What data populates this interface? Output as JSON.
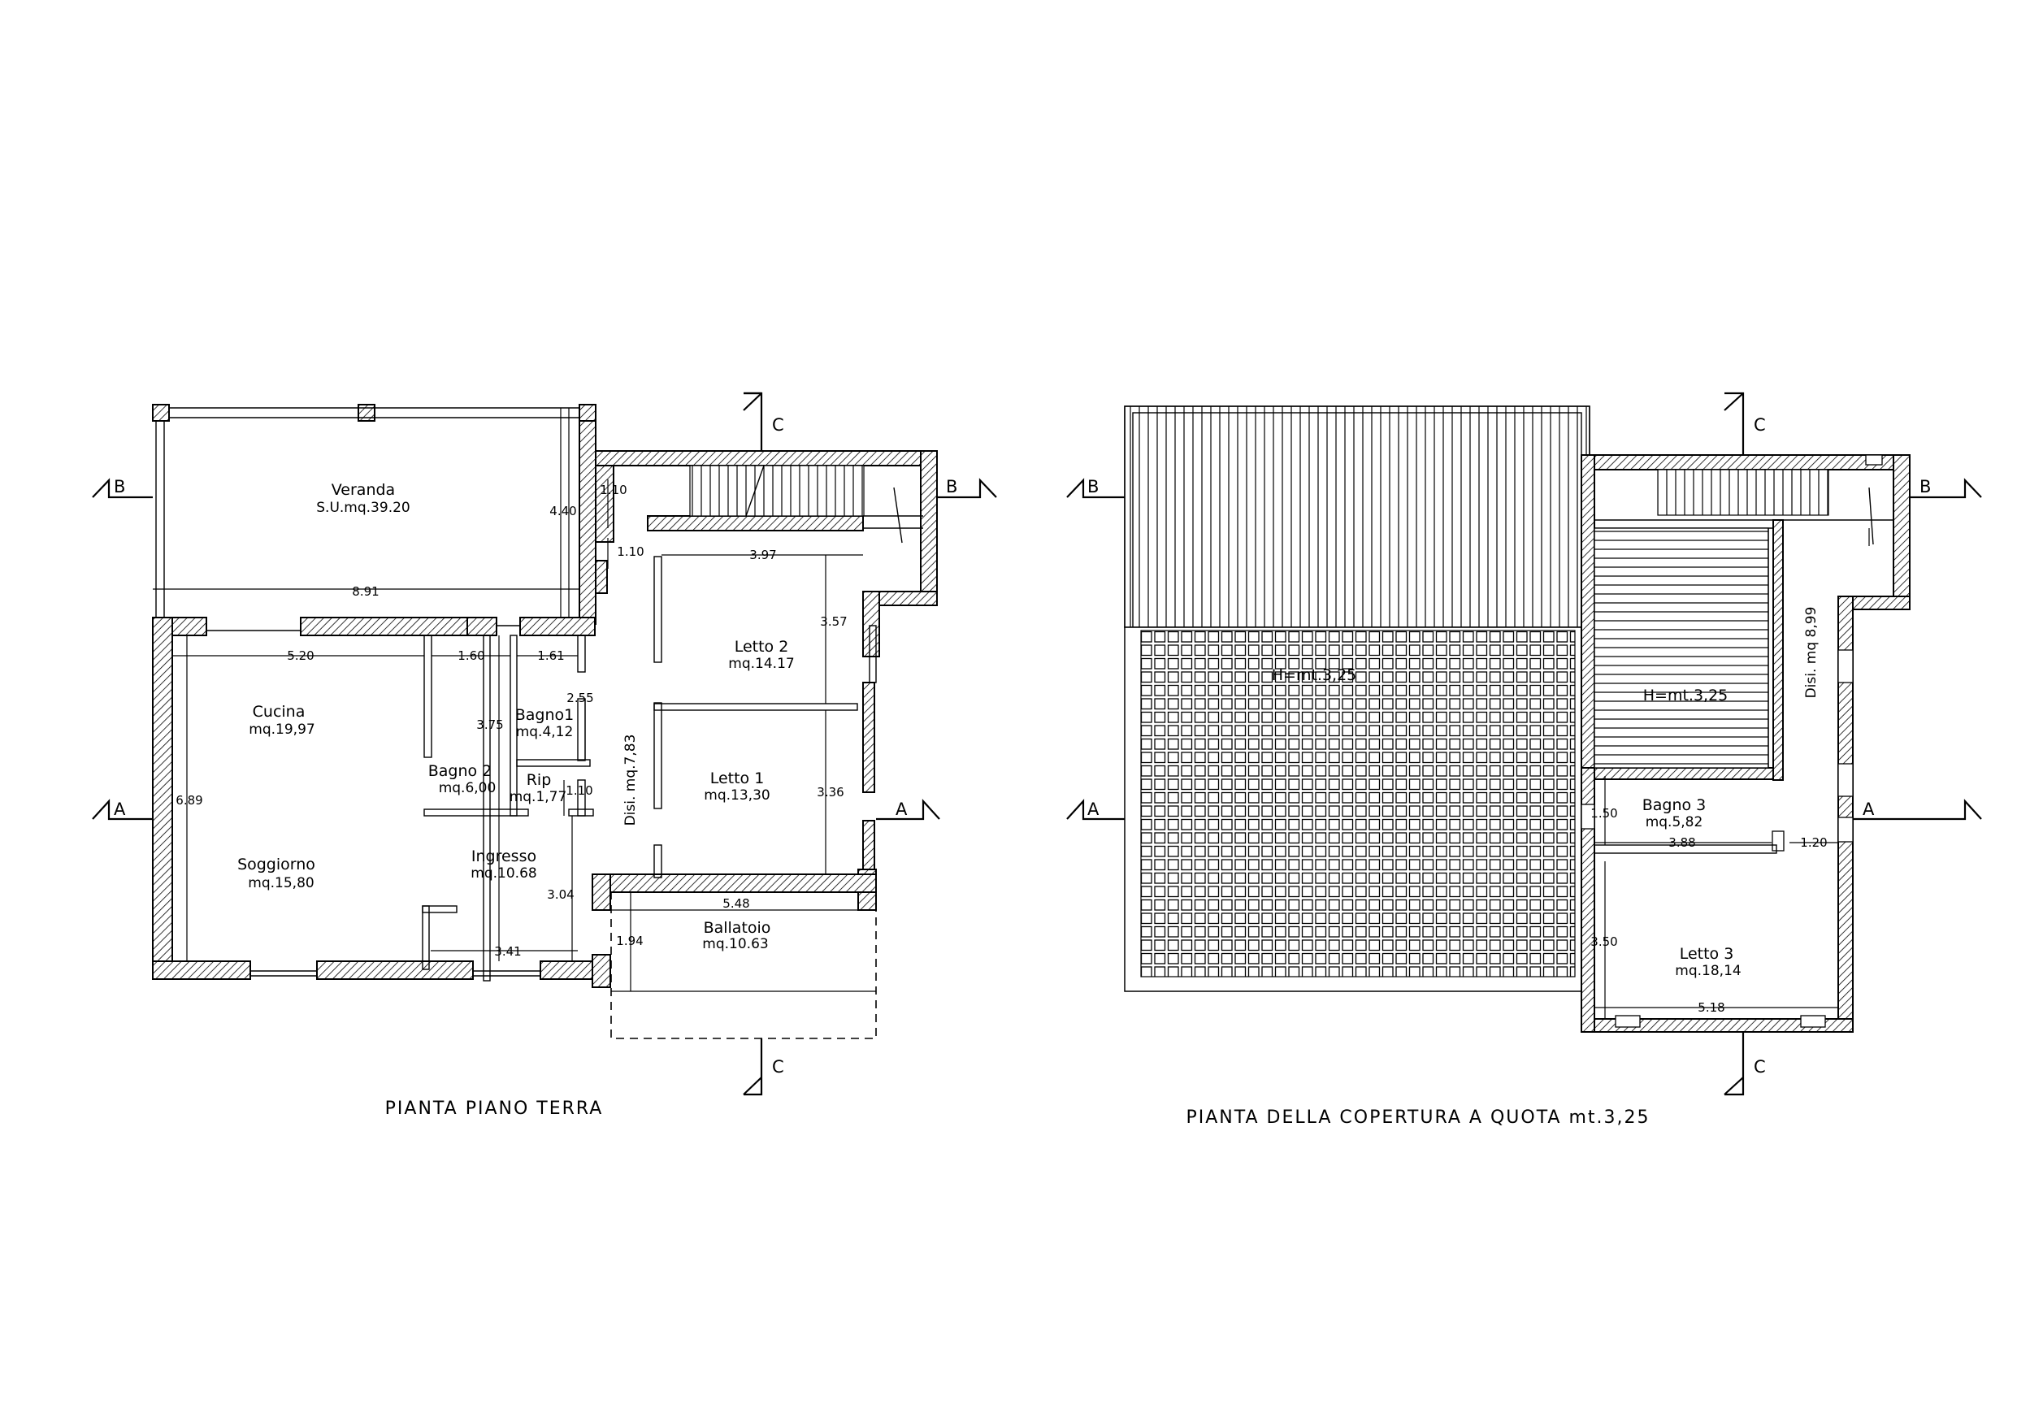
{
  "left_plan": {
    "title": "PIANTA PIANO TERRA",
    "rooms": {
      "veranda": {
        "name": "Veranda",
        "area": "S.U.mq.39.20"
      },
      "letto2": {
        "name": "Letto 2",
        "area": "mq.14.17"
      },
      "cucina": {
        "name": "Cucina",
        "area": "mq.19,97"
      },
      "bagno1": {
        "name": "Bagno1",
        "area": "mq.4,12"
      },
      "bagno2": {
        "name": "Bagno 2",
        "area": "mq.6,00"
      },
      "rip": {
        "name": "Rip",
        "area": "mq.1,77"
      },
      "letto1": {
        "name": "Letto 1",
        "area": "mq.13,30"
      },
      "soggiorno": {
        "name": "Soggiorno",
        "area": "mq.15,80"
      },
      "ingresso": {
        "name": "Ingresso",
        "area": "mq.10.68"
      },
      "ballatoio": {
        "name": "Ballatoio",
        "area": "mq.10.63"
      },
      "disimpegno": {
        "label": "Disi.  mq.7,83"
      }
    },
    "dimensions": {
      "veranda_width": "8.91",
      "veranda_depth": "4.40",
      "stair_a": "1.10",
      "stair_b": "1.10",
      "letto2_width": "3.97",
      "letto2_depth": "3.57",
      "cucina_width": "5.20",
      "bagno2_width": "1.60",
      "bagno1_width": "1.61",
      "bagno1_depth": "2.55",
      "bagno2_depth": "3.75",
      "rip_depth": "1.10",
      "total_depth": "6.89",
      "letto1_depth": "3.36",
      "ingresso_depth": "3.04",
      "ballatoio_width": "5.48",
      "ballatoio_depth": "1.94",
      "ingresso_width": "3.41"
    },
    "section_marks": {
      "a": "A",
      "b": "B",
      "c": "C"
    }
  },
  "right_plan": {
    "title": "PIANTA DELLA COPERTURA A QUOTA mt.3,25",
    "roof_labels": {
      "left_roof": "H=mt.3,25",
      "right_roof": "H=mt.3,25"
    },
    "rooms": {
      "disimpegno": {
        "label": "Disi. mq 8,99"
      },
      "bagno3": {
        "name": "Bagno 3",
        "area": "mq.5,82"
      },
      "letto3": {
        "name": "Letto 3",
        "area": "mq.18,14"
      }
    },
    "dimensions": {
      "bagno3_depth": "1.50",
      "bagno3_width": "3.88",
      "side_width": "1.20",
      "letto3_depth": "3.50",
      "letto3_width": "5.18"
    },
    "section_marks": {
      "a": "A",
      "b": "B",
      "c": "C"
    }
  }
}
